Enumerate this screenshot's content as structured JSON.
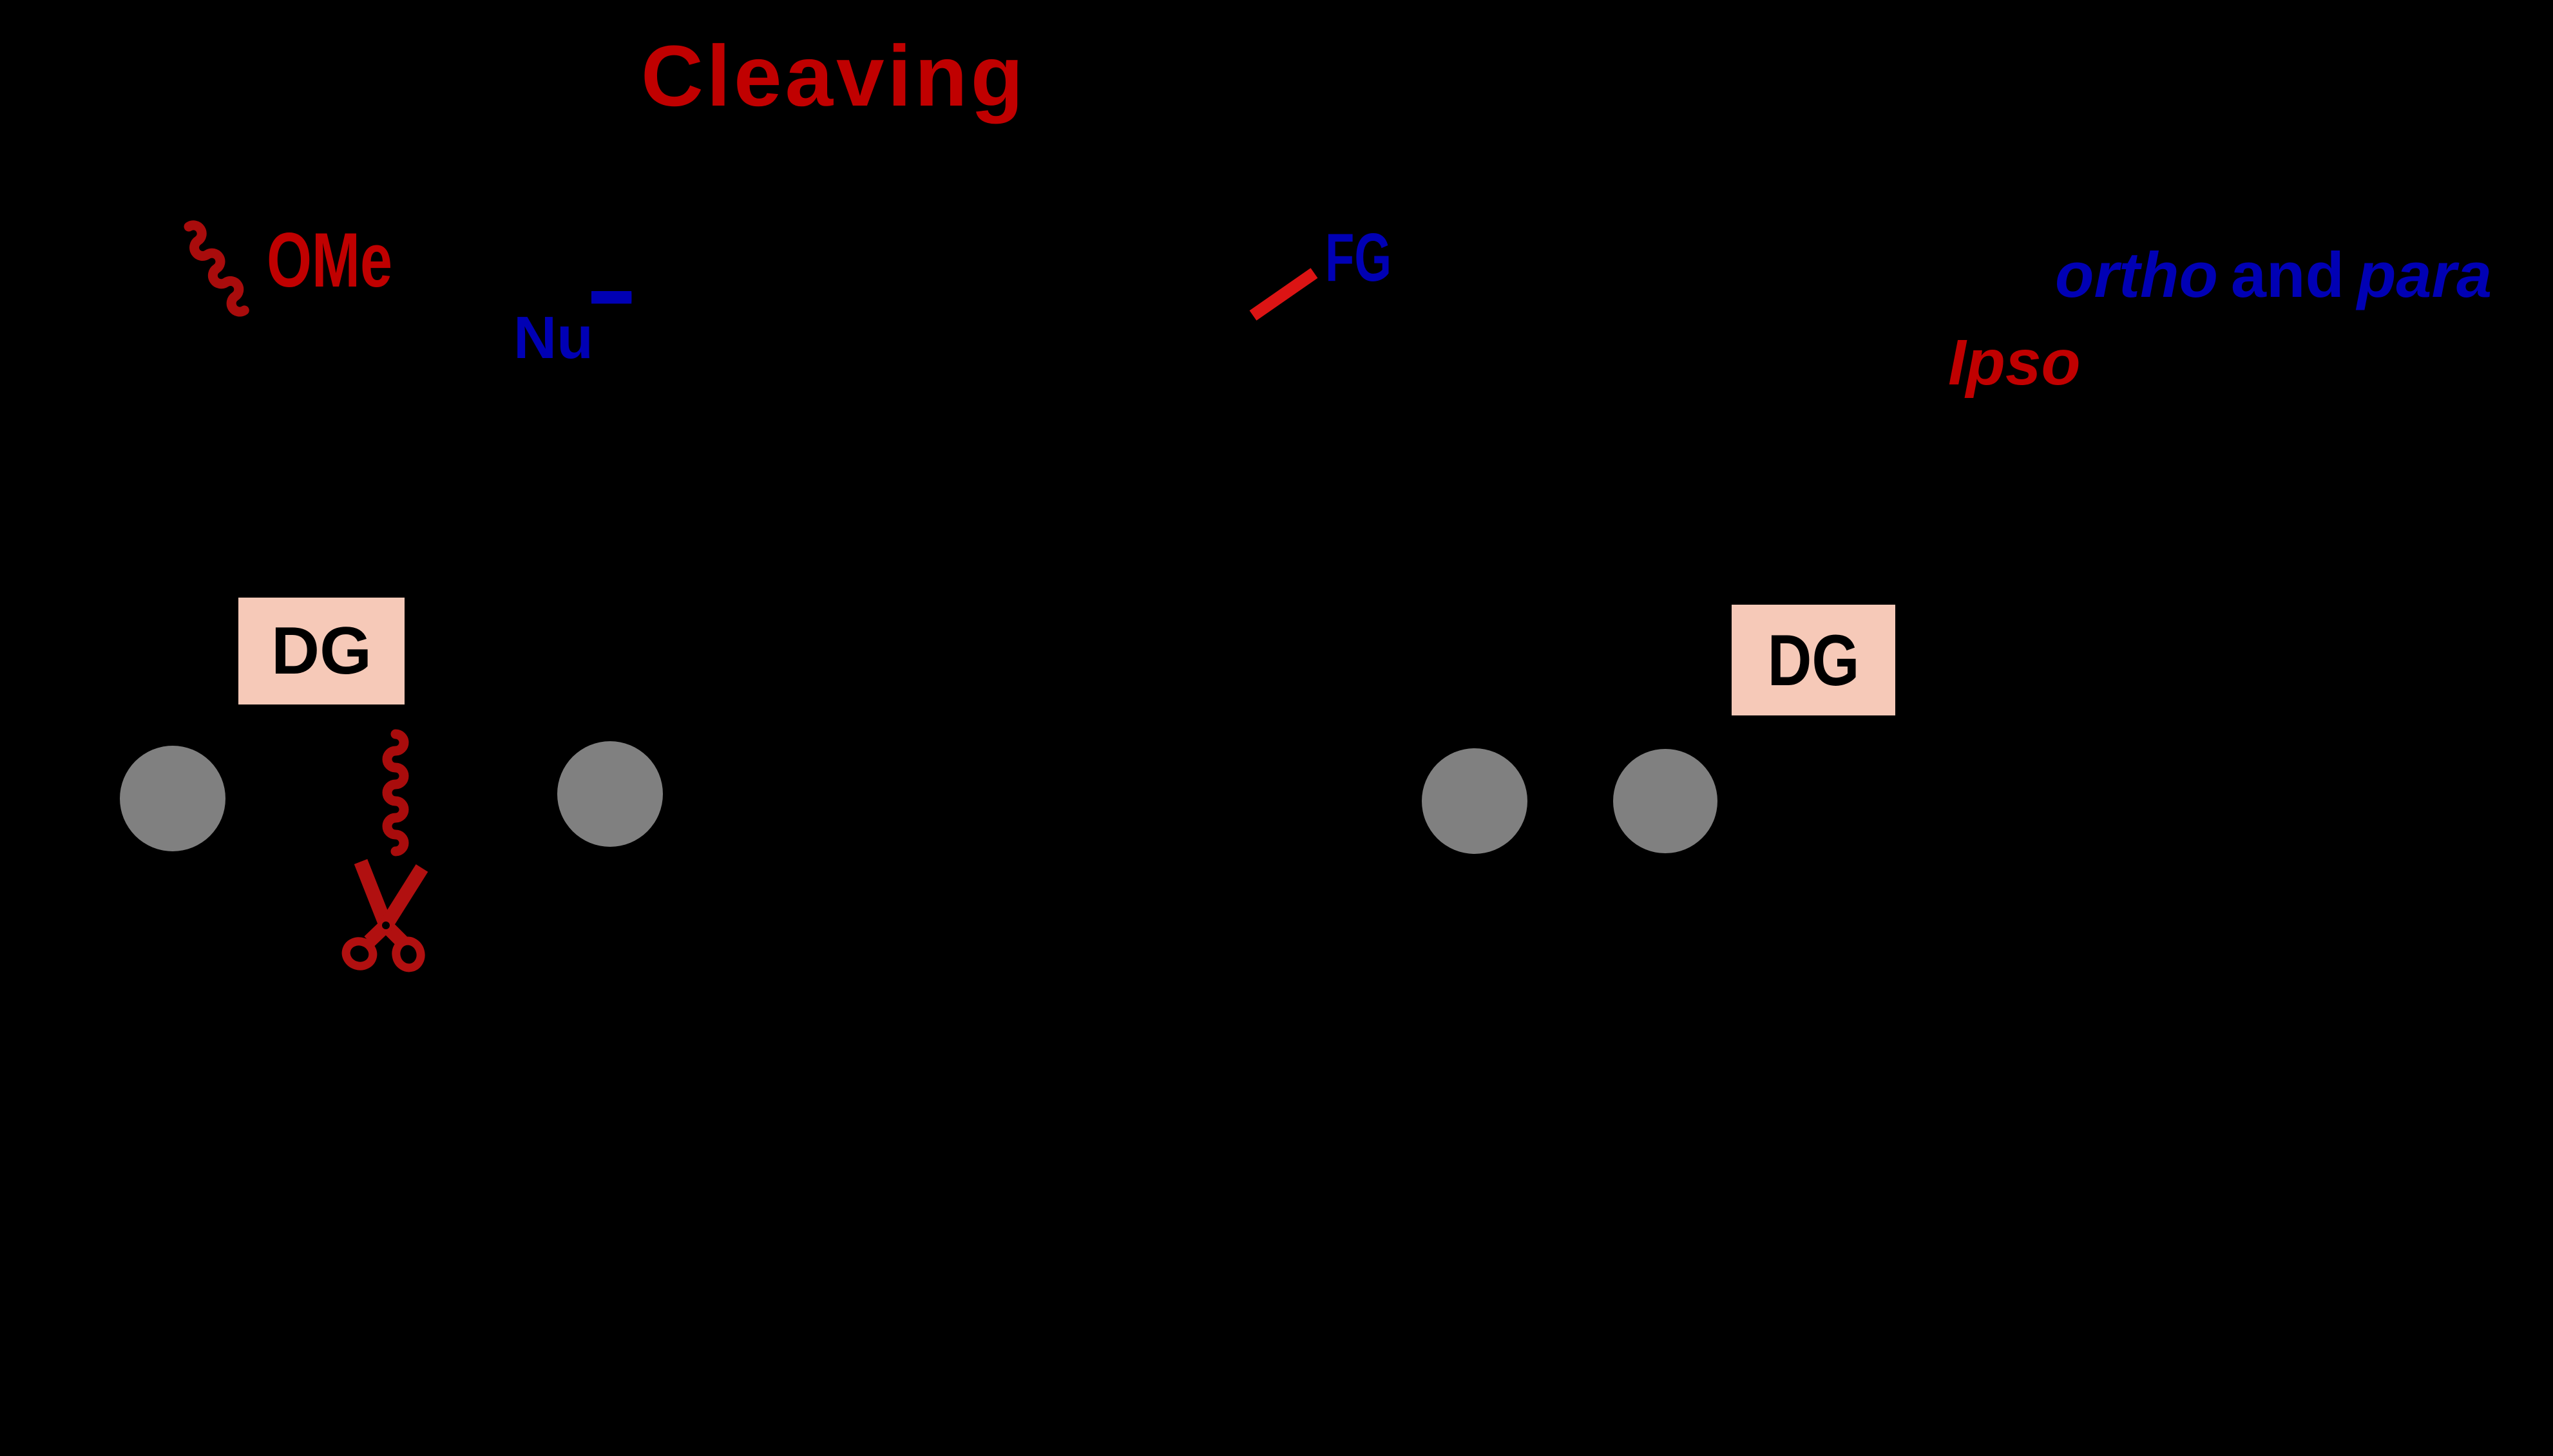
{
  "figure": {
    "title": "Cleaving",
    "labels": {
      "leaving_group": "OMe",
      "nucleophile": "Nu",
      "nucleophile_charge": "−",
      "functional_group": "FG",
      "ortho": "ortho",
      "and": "and",
      "para": "para",
      "ipso": "Ipso",
      "dg_left": "DG",
      "dg_right": "DG"
    },
    "colors": {
      "background": "#000000",
      "title_red": "#C00000",
      "label_red": "#C00000",
      "dark_red_bond": "#A90C0C",
      "scissors_red": "#B11010",
      "bright_red_bond": "#DC1414",
      "navy_blue": "#0000B4",
      "dg_box_fill": "#F6C9B8",
      "dg_text": "#000000",
      "atom_gray": "#808080"
    },
    "icons": {
      "wavy_bond_diagonal": "squiggle-cleavage-bond-icon",
      "wavy_bond_vertical": "squiggle-cleavage-bond-icon",
      "scissors": "scissors-icon",
      "atom_spheres": "gray-atom-sphere",
      "fg_bond": "red-bond-stub"
    }
  }
}
